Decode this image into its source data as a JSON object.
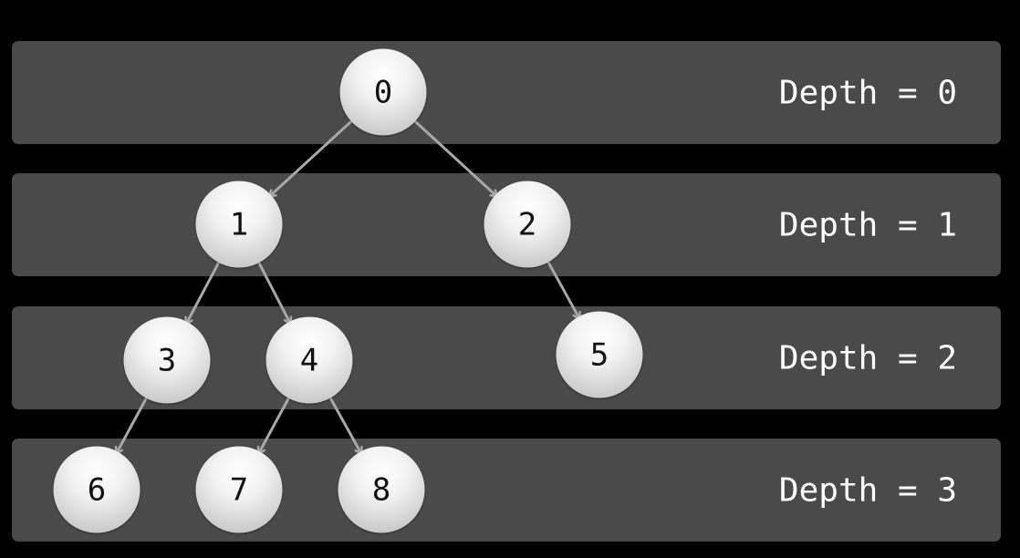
{
  "diagram": {
    "levels": [
      {
        "label": "Depth = 0"
      },
      {
        "label": "Depth = 1"
      },
      {
        "label": "Depth = 2"
      },
      {
        "label": "Depth = 3"
      }
    ],
    "nodes": [
      {
        "id": "0",
        "label": "0"
      },
      {
        "id": "1",
        "label": "1"
      },
      {
        "id": "2",
        "label": "2"
      },
      {
        "id": "3",
        "label": "3"
      },
      {
        "id": "4",
        "label": "4"
      },
      {
        "id": "5",
        "label": "5"
      },
      {
        "id": "6",
        "label": "6"
      },
      {
        "id": "7",
        "label": "7"
      },
      {
        "id": "8",
        "label": "8"
      }
    ],
    "edges": [
      {
        "from": "0",
        "to": "1"
      },
      {
        "from": "0",
        "to": "2"
      },
      {
        "from": "1",
        "to": "3"
      },
      {
        "from": "1",
        "to": "4"
      },
      {
        "from": "2",
        "to": "5"
      },
      {
        "from": "3",
        "to": "6"
      },
      {
        "from": "4",
        "to": "7"
      },
      {
        "from": "4",
        "to": "8"
      }
    ],
    "colors": {
      "background": "#000000",
      "band": "#4a4a4a",
      "edge": "#a8a8a8",
      "label_text": "#ffffff",
      "node_text": "#111111"
    }
  }
}
